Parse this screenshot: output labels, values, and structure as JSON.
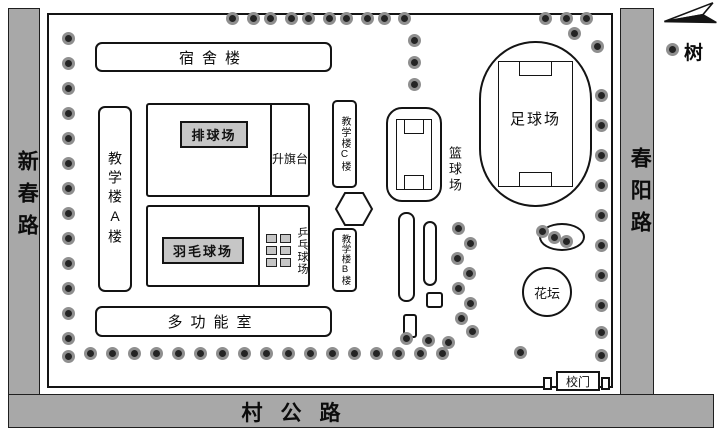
{
  "roads": {
    "left": "新春路",
    "right": "春阳路",
    "bottom": "村公路"
  },
  "legend": {
    "tree": "树"
  },
  "labels": {
    "dorm": "宿舍楼",
    "teaching_a": "教学楼A楼",
    "teaching_c": "教学楼C楼",
    "teaching_b": "教学楼B楼",
    "volleyball": "排球场",
    "flag_platform": "升旗台",
    "badminton": "羽毛球场",
    "pingpong": "乒乓球场",
    "basketball": "篮球场",
    "football": "足球场",
    "multi_room": "多功能室",
    "flowerbed": "花坛",
    "gate": "校门"
  },
  "colors": {
    "road": "#a8a8a8",
    "label_bg": "#c6c6c6",
    "tree_ring": "#8f8f8f",
    "tree_core": "#242424"
  },
  "trees": [
    [
      68,
      38
    ],
    [
      68,
      63
    ],
    [
      68,
      88
    ],
    [
      68,
      113
    ],
    [
      68,
      138
    ],
    [
      68,
      163
    ],
    [
      68,
      188
    ],
    [
      68,
      213
    ],
    [
      68,
      238
    ],
    [
      68,
      263
    ],
    [
      68,
      288
    ],
    [
      68,
      313
    ],
    [
      68,
      338
    ],
    [
      68,
      356
    ],
    [
      232,
      18
    ],
    [
      253,
      18
    ],
    [
      270,
      18
    ],
    [
      291,
      18
    ],
    [
      308,
      18
    ],
    [
      329,
      18
    ],
    [
      346,
      18
    ],
    [
      367,
      18
    ],
    [
      384,
      18
    ],
    [
      404,
      18
    ],
    [
      414,
      40
    ],
    [
      414,
      62
    ],
    [
      414,
      84
    ],
    [
      545,
      18
    ],
    [
      566,
      18
    ],
    [
      586,
      18
    ],
    [
      574,
      33
    ],
    [
      597,
      46
    ],
    [
      601,
      95
    ],
    [
      601,
      125
    ],
    [
      601,
      155
    ],
    [
      601,
      185
    ],
    [
      601,
      215
    ],
    [
      601,
      245
    ],
    [
      601,
      275
    ],
    [
      601,
      305
    ],
    [
      601,
      332
    ],
    [
      601,
      355
    ],
    [
      90,
      353
    ],
    [
      112,
      353
    ],
    [
      134,
      353
    ],
    [
      156,
      353
    ],
    [
      178,
      353
    ],
    [
      200,
      353
    ],
    [
      222,
      353
    ],
    [
      244,
      353
    ],
    [
      266,
      353
    ],
    [
      288,
      353
    ],
    [
      310,
      353
    ],
    [
      332,
      353
    ],
    [
      354,
      353
    ],
    [
      376,
      353
    ],
    [
      398,
      353
    ],
    [
      420,
      353
    ],
    [
      442,
      353
    ],
    [
      406,
      338
    ],
    [
      428,
      340
    ],
    [
      448,
      342
    ],
    [
      458,
      228
    ],
    [
      470,
      243
    ],
    [
      457,
      258
    ],
    [
      469,
      273
    ],
    [
      458,
      288
    ],
    [
      470,
      303
    ],
    [
      461,
      318
    ],
    [
      472,
      331
    ],
    [
      554,
      237
    ],
    [
      566,
      241
    ],
    [
      542,
      231
    ],
    [
      520,
      352
    ]
  ]
}
